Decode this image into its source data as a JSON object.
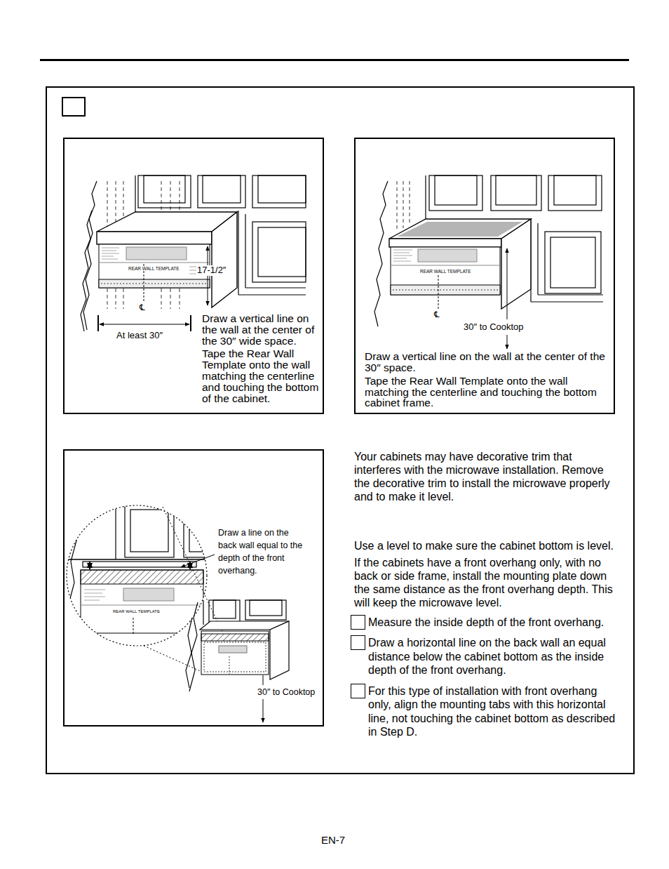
{
  "diagram": {
    "nodes": [
      {
        "text": [
          "Your cabinets may have decorative trim that interferes with the microwave installation. Remove the decorative trim to install the microwave properly and to make it level.",
          "Use a level to make sure the cabinet bottom is level.",
          "If the cabinets have a front overhang only, with no back or side frame, install the mounting plate down the same distance as the front overhang depth. This will keep the microwave level.",
          "Measure the inside depth of the front overhang.",
          "Draw a horizontal line on the back wall an equal distance below the cabinet bottom as the inside depth of the front overhang.",
          "For this type of installation with front overhang only, align the mounting tabs with this horizontal line, not touching the cabinet bottom as described in Step D."
        ]
      },
      {
        "text": [
          "Draw a vertical line on the wall at the center of the 30″ wide space.",
          "Tape the Rear Wall Template onto the wall matching the centerline and touching the bottom of the cabinet."
        ],
        "in": 0
      },
      {
        "text": [
          "Draw a vertical line on the wall at the center of the 30″ space.",
          "Tape the Rear Wall Template onto the wall matching the centerline and touching the bottom cabinet frame."
        ],
        "in": 0
      },
      {
        "text": [
          "Draw a line on the back wall equal to the depth of the front overhang."
        ],
        "in": 0
      }
    ],
    "labels": [
      "REAR WALL TEMPLATE",
      "17-1/2″",
      "℄",
      "At least 30″",
      "REAR WALL TEMPLATE",
      "℄",
      "30″ to Cooktop",
      "REAR WALL TEMPLATE",
      "30″ to Cooktop",
      "EN-7"
    ]
  }
}
